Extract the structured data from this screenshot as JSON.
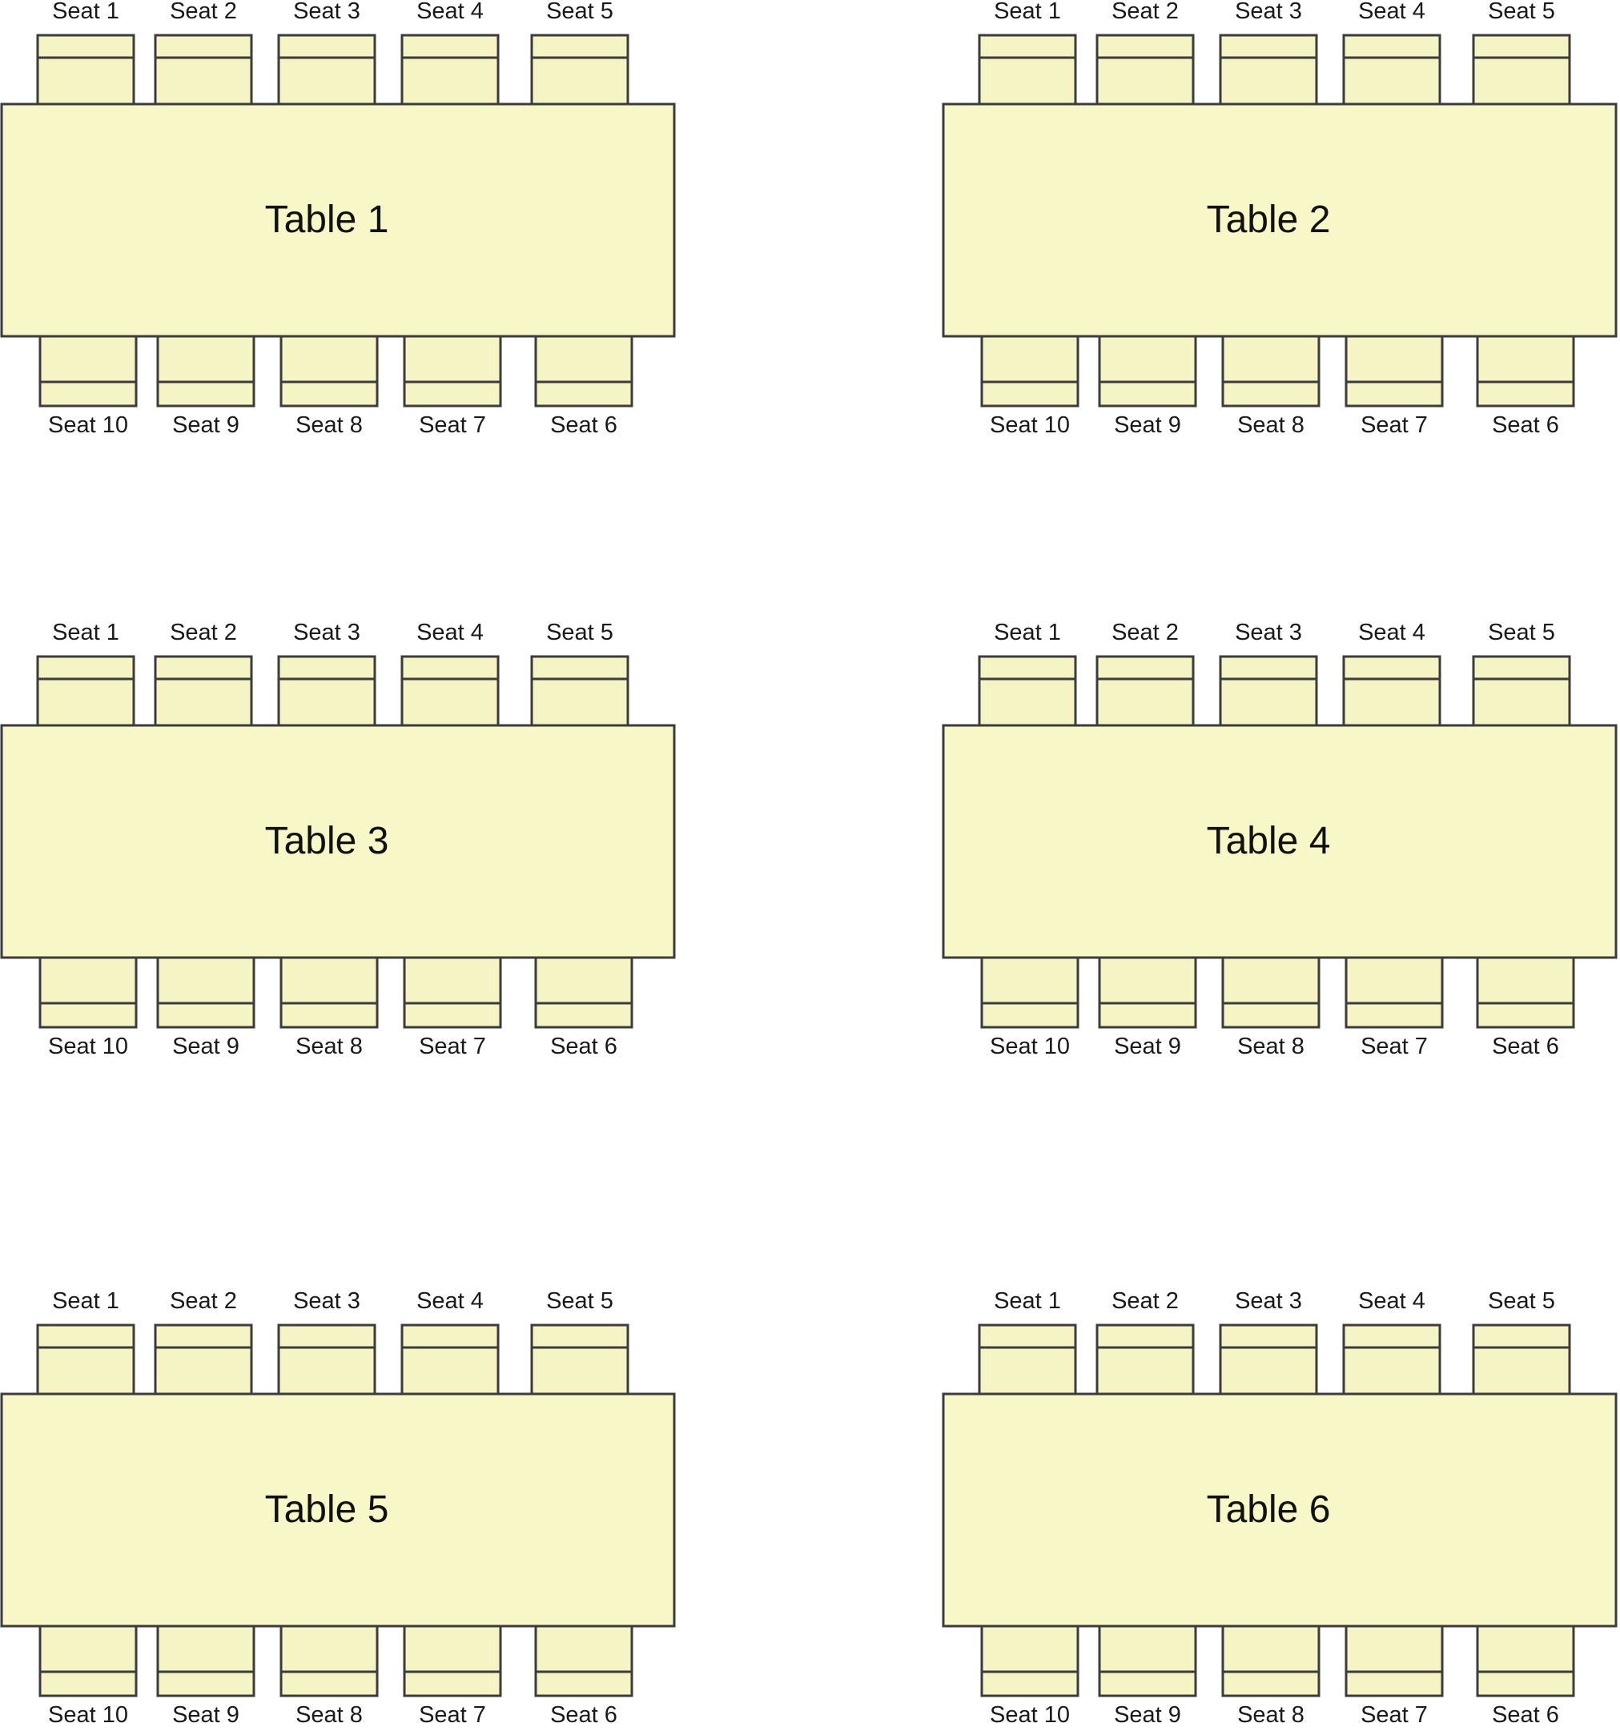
{
  "colors": {
    "table_fill": "#f7f7c8",
    "chair_fill": "#f4f4c4",
    "outline": "#3c3c3c",
    "text": "#1a1a1a"
  },
  "tables": [
    {
      "label": "Table 1",
      "top_seats": [
        "Seat 1",
        "Seat 2",
        "Seat 3",
        "Seat 4",
        "Seat 5"
      ],
      "bottom_seats": [
        "Seat 10",
        "Seat 9",
        "Seat 8",
        "Seat 7",
        "Seat 6"
      ]
    },
    {
      "label": "Table 2",
      "top_seats": [
        "Seat 1",
        "Seat 2",
        "Seat 3",
        "Seat 4",
        "Seat 5"
      ],
      "bottom_seats": [
        "Seat 10",
        "Seat 9",
        "Seat 8",
        "Seat 7",
        "Seat 6"
      ]
    },
    {
      "label": "Table 3",
      "top_seats": [
        "Seat 1",
        "Seat 2",
        "Seat 3",
        "Seat 4",
        "Seat 5"
      ],
      "bottom_seats": [
        "Seat 10",
        "Seat 9",
        "Seat 8",
        "Seat 7",
        "Seat 6"
      ]
    },
    {
      "label": "Table 4",
      "top_seats": [
        "Seat 1",
        "Seat 2",
        "Seat 3",
        "Seat 4",
        "Seat 5"
      ],
      "bottom_seats": [
        "Seat 10",
        "Seat 9",
        "Seat 8",
        "Seat 7",
        "Seat 6"
      ]
    },
    {
      "label": "Table 5",
      "top_seats": [
        "Seat 1",
        "Seat 2",
        "Seat 3",
        "Seat 4",
        "Seat 5"
      ],
      "bottom_seats": [
        "Seat 10",
        "Seat 9",
        "Seat 8",
        "Seat 7",
        "Seat 6"
      ]
    },
    {
      "label": "Table 6",
      "top_seats": [
        "Seat 1",
        "Seat 2",
        "Seat 3",
        "Seat 4",
        "Seat 5"
      ],
      "bottom_seats": [
        "Seat 10",
        "Seat 9",
        "Seat 8",
        "Seat 7",
        "Seat 6"
      ]
    }
  ]
}
